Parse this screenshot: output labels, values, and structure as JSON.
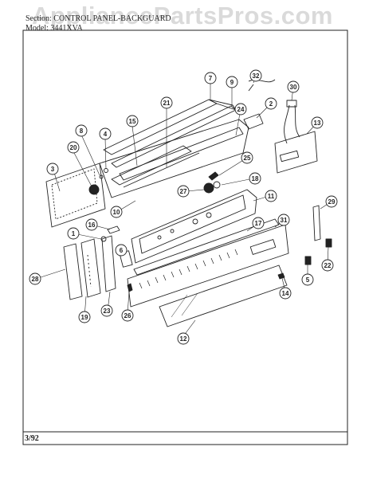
{
  "watermark": "AppliancePartsPros.com",
  "header": {
    "section": "Section: CONTROL PANEL-BACKGUARD",
    "model": "Model: 3441XVA"
  },
  "footer": {
    "date_code": "3/92"
  },
  "callouts": [
    {
      "id": "c1",
      "label": "1"
    },
    {
      "id": "c2",
      "label": "2"
    },
    {
      "id": "c3",
      "label": "3"
    },
    {
      "id": "c4",
      "label": "4"
    },
    {
      "id": "c5",
      "label": "5"
    },
    {
      "id": "c6",
      "label": "6"
    },
    {
      "id": "c7",
      "label": "7"
    },
    {
      "id": "c8",
      "label": "8"
    },
    {
      "id": "c9",
      "label": "9"
    },
    {
      "id": "c10",
      "label": "10"
    },
    {
      "id": "c11",
      "label": "11"
    },
    {
      "id": "c12",
      "label": "12"
    },
    {
      "id": "c13",
      "label": "13"
    },
    {
      "id": "c14",
      "label": "14"
    },
    {
      "id": "c15",
      "label": "15"
    },
    {
      "id": "c16",
      "label": "16"
    },
    {
      "id": "c17",
      "label": "17"
    },
    {
      "id": "c18",
      "label": "18"
    },
    {
      "id": "c19",
      "label": "19"
    },
    {
      "id": "c20",
      "label": "20"
    },
    {
      "id": "c21",
      "label": "21"
    },
    {
      "id": "c22",
      "label": "22"
    },
    {
      "id": "c23",
      "label": "23"
    },
    {
      "id": "c24",
      "label": "24"
    },
    {
      "id": "c25",
      "label": "25"
    },
    {
      "id": "c26",
      "label": "26"
    },
    {
      "id": "c27",
      "label": "27"
    },
    {
      "id": "c28",
      "label": "28"
    },
    {
      "id": "c29",
      "label": "29"
    },
    {
      "id": "c30",
      "label": "30"
    },
    {
      "id": "c31",
      "label": "31"
    },
    {
      "id": "c32",
      "label": "32"
    }
  ]
}
